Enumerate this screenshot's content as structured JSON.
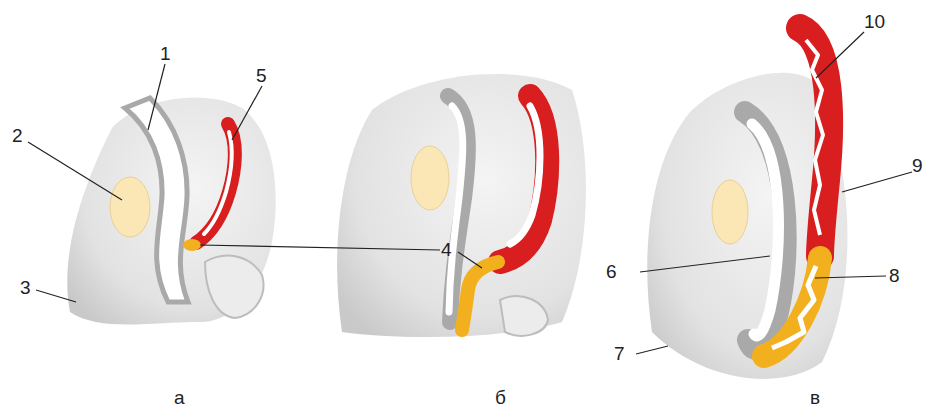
{
  "diagram": {
    "labels": [
      "1",
      "5",
      "10",
      "2",
      "9",
      "4",
      "3",
      "6",
      "8",
      "7",
      "а",
      "б",
      "в"
    ]
  }
}
